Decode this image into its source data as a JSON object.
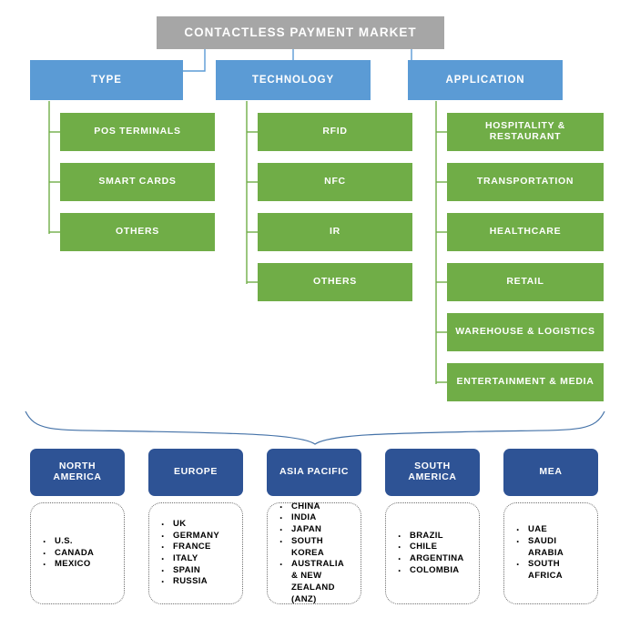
{
  "title": "CONTACTLESS PAYMENT MARKET",
  "colors": {
    "root": "#A6A6A6",
    "category": "#5B9BD5",
    "leaf": "#70AD47",
    "region": "#2E5395",
    "connector_blue": "#5B9BD5",
    "connector_green": "#70AD47",
    "brace": "#4472A8",
    "list_border": "#6F6F6F",
    "text_light": "#FFFFFF",
    "text_dark": "#000000"
  },
  "segments": [
    {
      "label": "TYPE",
      "items": [
        "POS TERMINALS",
        "SMART CARDS",
        "OTHERS"
      ]
    },
    {
      "label": "TECHNOLOGY",
      "items": [
        "RFID",
        "NFC",
        "IR",
        "OTHERS"
      ]
    },
    {
      "label": "APPLICATION",
      "items": [
        "HOSPITALITY &\nRESTAURANT",
        "TRANSPORTATION",
        "HEALTHCARE",
        "RETAIL",
        "WAREHOUSE & LOGISTICS",
        "ENTERTAINMENT & MEDIA"
      ]
    }
  ],
  "regions": [
    {
      "label": "NORTH\nAMERICA",
      "countries": [
        "U.S.",
        "CANADA",
        "MEXICO"
      ]
    },
    {
      "label": "EUROPE",
      "countries": [
        "UK",
        "GERMANY",
        "FRANCE",
        "ITALY",
        "SPAIN",
        "RUSSIA"
      ]
    },
    {
      "label": "ASIA PACIFIC",
      "countries": [
        "CHINA",
        "INDIA",
        "JAPAN",
        "SOUTH\nKOREA",
        "AUSTRALIA\n& NEW\nZEALAND\n(ANZ)"
      ]
    },
    {
      "label": "SOUTH\nAMERICA",
      "countries": [
        "BRAZIL",
        "CHILE",
        "ARGENTINA",
        "COLOMBIA"
      ]
    },
    {
      "label": "MEA",
      "countries": [
        "UAE",
        "SAUDI\nARABIA",
        "SOUTH\nAFRICA"
      ]
    }
  ]
}
